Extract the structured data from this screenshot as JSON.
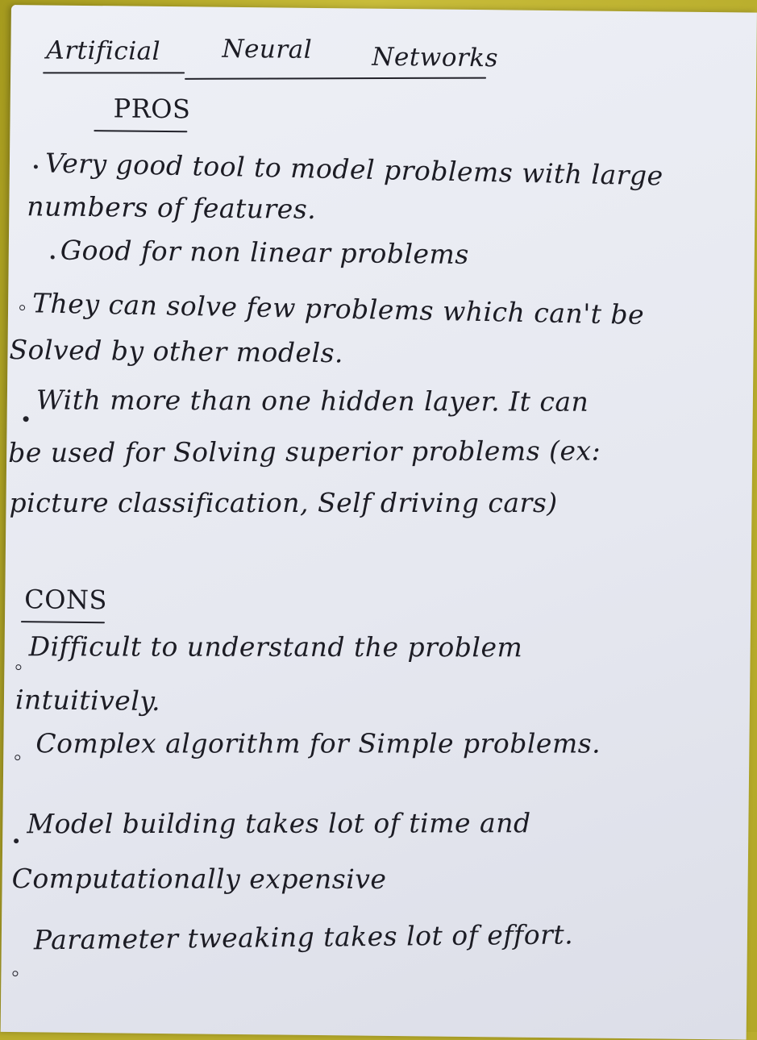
{
  "title": {
    "word1": "Artificial",
    "word2": "Neural",
    "word3": "Networks"
  },
  "pros": {
    "heading": "PROS",
    "lines": [
      "Very  good  tool  to  model  problems with  large",
      "numbers  of  features.",
      "Good for  non  linear  problems",
      "They  can  solve  few  problems  which  can't be",
      "Solved  by  other  models.",
      "With  more  than  one hidden  layer.  It  can",
      "be  used  for  Solving  superior  problems  (ex:",
      "picture  classification,  Self  driving  cars)"
    ]
  },
  "cons": {
    "heading": "CONS",
    "lines": [
      "Difficult  to  understand  the  problem",
      "intuitively.",
      "Complex  algorithm  for  Simple  problems.",
      "Model  building  takes  lot  of  time  and",
      "Computationally  expensive",
      "Parameter  tweaking  takes  lot  of  effort."
    ]
  }
}
